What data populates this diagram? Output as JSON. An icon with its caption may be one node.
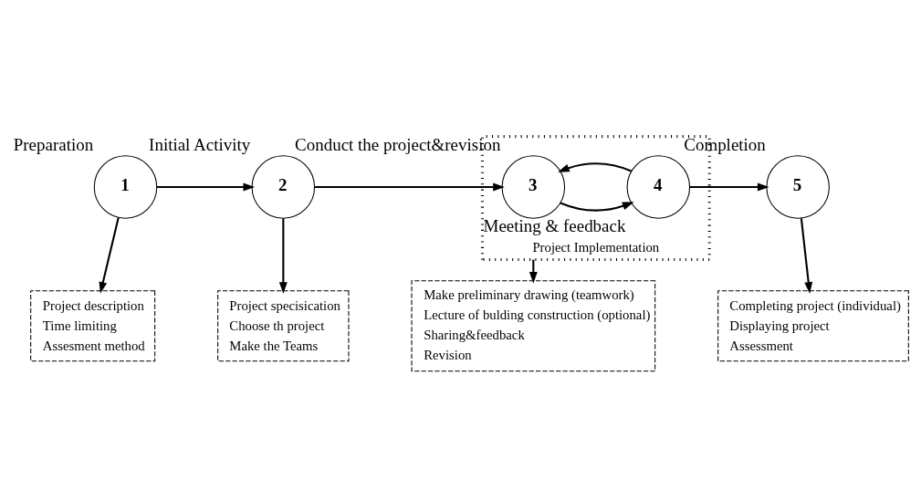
{
  "diagram": {
    "nodes": [
      {
        "text": [
          "1"
        ],
        "beside": [
          "Preparation"
        ]
      },
      {
        "text": [
          "2"
        ],
        "beside": [
          "Initial Activity"
        ]
      },
      {
        "text": [
          "Project Implementation"
        ]
      },
      {
        "text": [
          "3"
        ],
        "beside": [
          "Conduct the project&revision"
        ],
        "in": 2
      },
      {
        "text": [
          "4"
        ],
        "beside": [
          "Meeting & feedback"
        ],
        "in": 2
      },
      {
        "text": [
          "5"
        ],
        "beside": [
          "Completion"
        ]
      },
      {
        "text": [
          "Project description",
          "Time limiting",
          "Assesment method"
        ]
      },
      {
        "text": [
          "Project specisication",
          "Choose th project",
          "Make the Teams"
        ]
      },
      {
        "text": [
          "Make preliminary drawing (teamwork)",
          "Lecture of bulding construction (optional)",
          "Sharing&feedback",
          "Revision"
        ]
      },
      {
        "text": [
          "Completing project (individual)",
          "Displaying project",
          "Assessment"
        ]
      }
    ],
    "edges": [
      {
        "from": 0,
        "to": 1,
        "arrow": "to"
      },
      {
        "from": 1,
        "to": 3,
        "arrow": "to"
      },
      {
        "from": 3,
        "to": 4,
        "arrow": "to"
      },
      {
        "from": 4,
        "to": 3,
        "arrow": "to"
      },
      {
        "from": 4,
        "to": 5,
        "arrow": "to"
      },
      {
        "from": 0,
        "to": 6,
        "arrow": "to"
      },
      {
        "from": 1,
        "to": 7,
        "arrow": "to"
      },
      {
        "from": 2,
        "to": 8,
        "arrow": "to"
      },
      {
        "from": 5,
        "to": 9,
        "arrow": "to"
      }
    ]
  }
}
